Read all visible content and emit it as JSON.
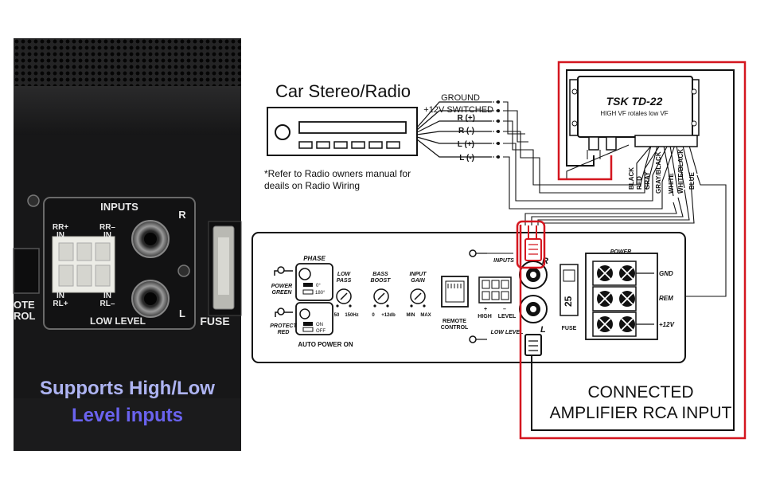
{
  "photo": {
    "inputs_label": "INPUTS",
    "rr_plus": "RR+",
    "rr_minus": "RR–",
    "in_label": "IN",
    "rl_plus": "RL+",
    "rl_minus": "RL–",
    "low_level": "LOW LEVEL",
    "r": "R",
    "l": "L",
    "fuse": "FUSE",
    "remote_line1": "OTE",
    "remote_line2": "ROL",
    "caption_line1": "Supports High/Low",
    "caption_line2": "Level inputs"
  },
  "stereo": {
    "title": "Car Stereo/Radio",
    "note_line1": "*Refer to Radio owners manual for",
    "note_line2": "deails on Radio Wiring",
    "wires": [
      "GROUND",
      "+12V SWITCHED",
      "R (+)",
      "R (-)",
      "L (+)",
      "L (-)"
    ]
  },
  "converter": {
    "name": "TSK TD-22",
    "subtitle": "HIGH VF rotales low VF",
    "wire_colors": [
      "BLACK",
      "RED",
      "GRAY",
      "GRAY/BLACK",
      "WHITE",
      "WHITE/BLACK",
      "BLUE"
    ]
  },
  "amplifier": {
    "phase": "PHASE",
    "phase_0": "0°",
    "phase_180": "180°",
    "power": "POWER",
    "green": "GREEN",
    "protect": "PROTECT",
    "red": "RED",
    "on": "ON",
    "off": "OFF",
    "auto_power_on": "AUTO POWER ON",
    "low_pass_1": "LOW",
    "low_pass_2": "PASS",
    "lp_min": "50",
    "lp_max": "150Hz",
    "bass_1": "BASS",
    "bass_2": "BOOST",
    "bb_min": "0",
    "bb_max": "+12db",
    "gain_1": "INPUT",
    "gain_2": "GAIN",
    "g_min": "MIN",
    "g_max": "MAX",
    "remote_1": "REMOTE",
    "remote_2": "CONTROL",
    "inputs": "INPUTS",
    "high": "HIGH",
    "level": "LEVEL",
    "low_level": "LOW LEVEL",
    "plus": "+",
    "minus": "–",
    "r": "R",
    "l": "L",
    "fuse_value": "25",
    "fuse": "FUSE",
    "power_block": "POWER",
    "gnd": "GND",
    "rem": "REM",
    "v12": "+12V"
  },
  "callout": {
    "line1": "CONNECTED",
    "line2": "AMPLIFIER RCA INPUT"
  },
  "colors": {
    "accent_red": "#d4161f",
    "caption_top": "#aeb4f2",
    "caption_bottom": "#6a63ef"
  }
}
